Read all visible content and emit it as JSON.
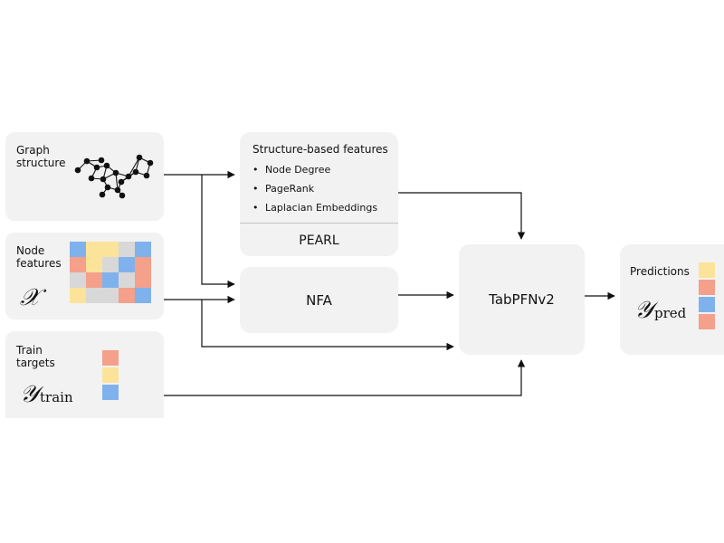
{
  "colors": {
    "box_bg": "#f2f2f2",
    "arrow": "#111111",
    "divider": "#c4c4c4",
    "cell_red": "#f4a08a",
    "cell_yellow": "#fbe39a",
    "cell_blue": "#7fb2ec",
    "cell_gray": "#d8d8d8",
    "graph_node": "#111111"
  },
  "inputs": {
    "graph": {
      "label": "Graph structure",
      "icon": "graph-network-icon"
    },
    "node_features": {
      "label": "Node features",
      "symbol": "𝒳",
      "grid": [
        [
          "blue",
          "yellow",
          "yellow",
          "gray",
          "blue"
        ],
        [
          "red",
          "yellow",
          "gray",
          "blue",
          "red"
        ],
        [
          "gray",
          "red",
          "blue",
          "gray",
          "red"
        ],
        [
          "yellow",
          "gray",
          "gray",
          "red",
          "blue"
        ]
      ]
    },
    "train_targets": {
      "label": "Train targets",
      "symbol": "𝒴",
      "subscript": "train",
      "cells": [
        "red",
        "yellow",
        "blue"
      ]
    }
  },
  "structure_features": {
    "title": "Structure-based features",
    "items": [
      "Node Degree",
      "PageRank",
      "Laplacian Embeddings"
    ],
    "footer": "PEARL"
  },
  "nfa": {
    "label": "NFA"
  },
  "model": {
    "label": "TabPFNv2"
  },
  "output": {
    "label": "Predictions",
    "symbol": "𝒴",
    "subscript": "pred",
    "cells": [
      "yellow",
      "red",
      "blue",
      "red"
    ]
  }
}
